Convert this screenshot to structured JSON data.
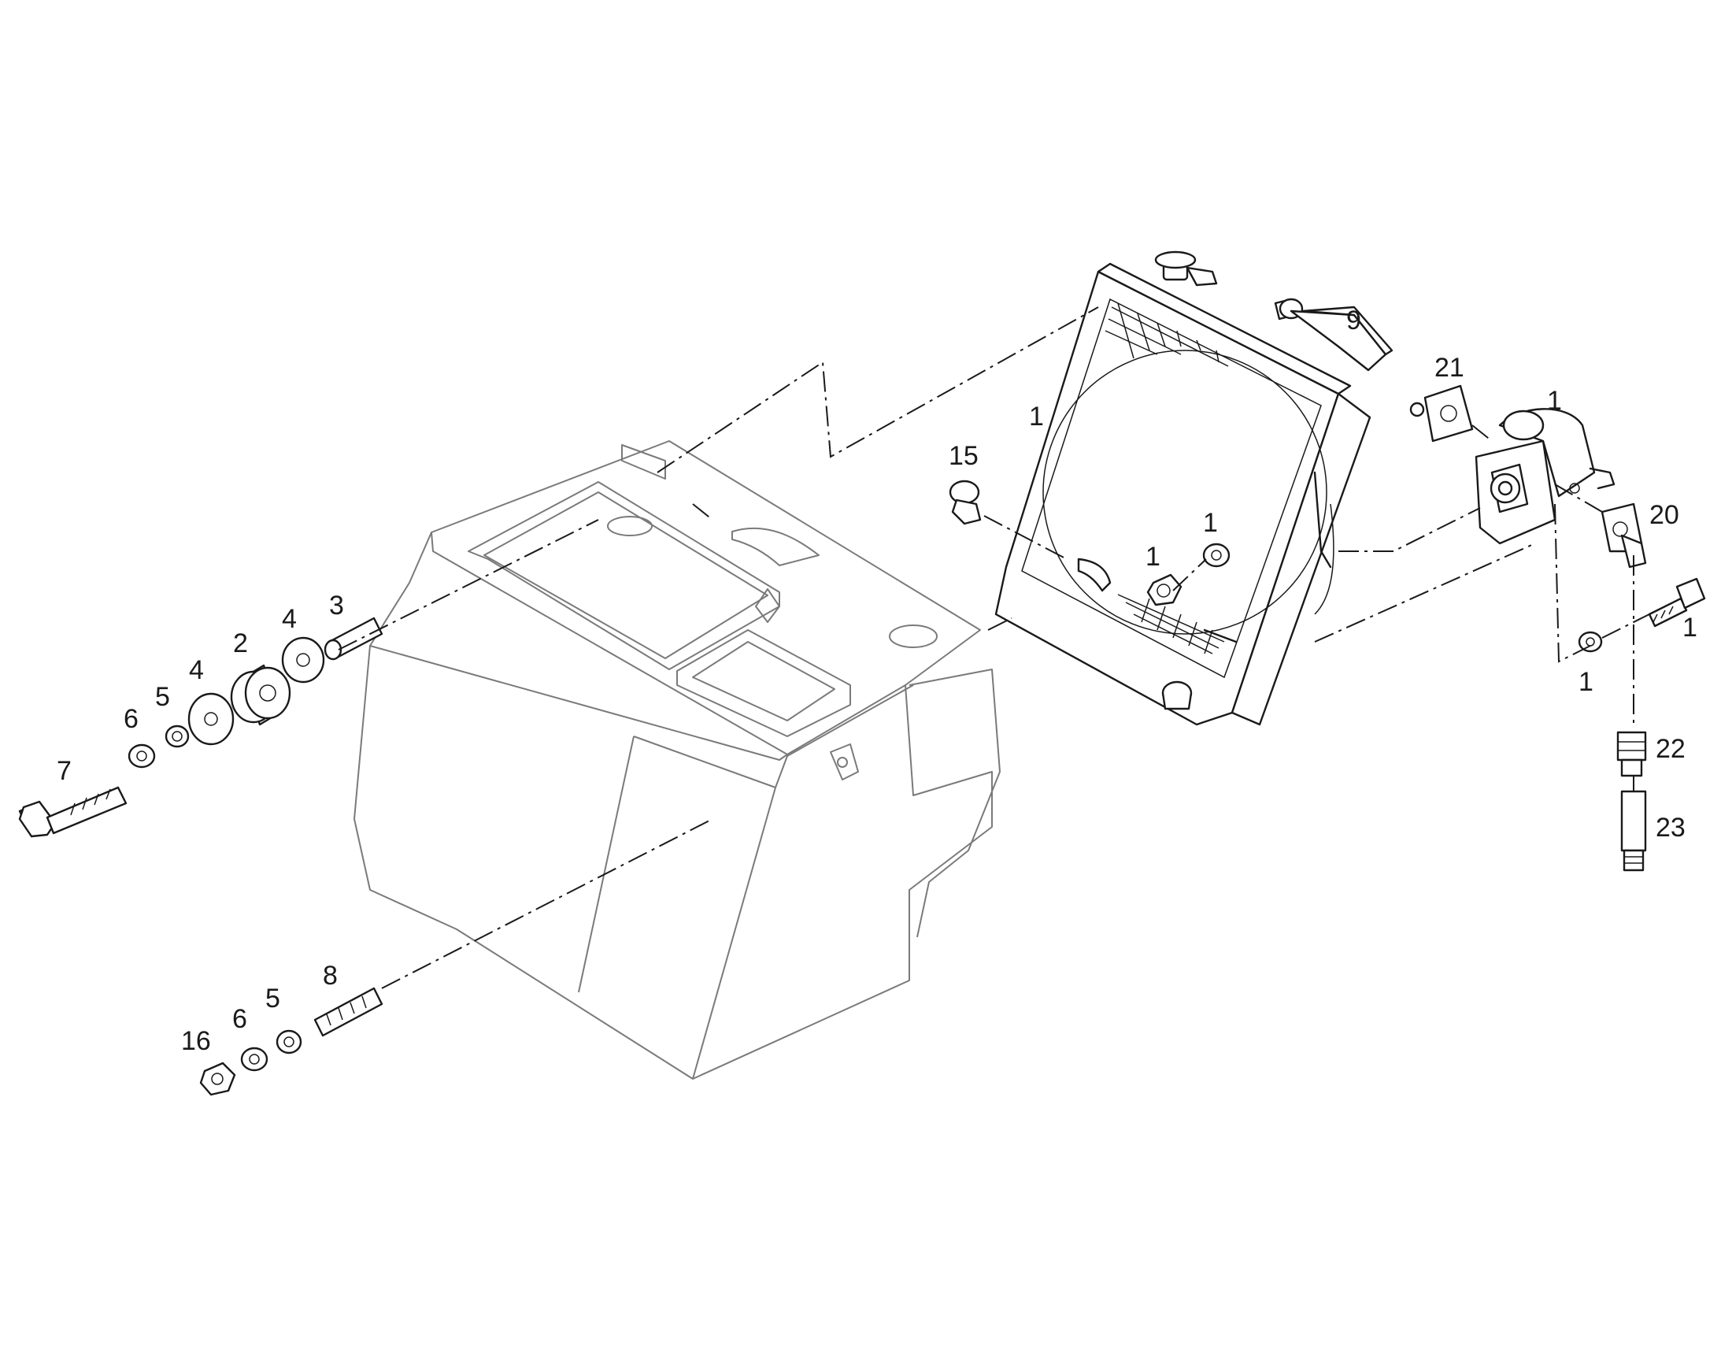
{
  "callouts": [
    {
      "id": "c7",
      "text": "7"
    },
    {
      "id": "c6a",
      "text": "6"
    },
    {
      "id": "c5a",
      "text": "5"
    },
    {
      "id": "c4a",
      "text": "4"
    },
    {
      "id": "c2",
      "text": "2"
    },
    {
      "id": "c4b",
      "text": "4"
    },
    {
      "id": "c3",
      "text": "3"
    },
    {
      "id": "c16",
      "text": "16"
    },
    {
      "id": "c6b",
      "text": "6"
    },
    {
      "id": "c5b",
      "text": "5"
    },
    {
      "id": "c8",
      "text": "8"
    },
    {
      "id": "c15",
      "text": "15"
    },
    {
      "id": "c1a",
      "text": "1"
    },
    {
      "id": "c1b",
      "text": "1"
    },
    {
      "id": "c1c",
      "text": "1"
    },
    {
      "id": "c9",
      "text": "9"
    },
    {
      "id": "c21",
      "text": "21"
    },
    {
      "id": "c1d",
      "text": "1"
    },
    {
      "id": "c20",
      "text": "20"
    },
    {
      "id": "c1e",
      "text": "1"
    },
    {
      "id": "c1f",
      "text": "1"
    },
    {
      "id": "c22",
      "text": "22"
    },
    {
      "id": "c23",
      "text": "23"
    }
  ],
  "colors": {
    "line": "#1a1a1a",
    "ghost": "#7a7a7a",
    "background": "#ffffff"
  }
}
